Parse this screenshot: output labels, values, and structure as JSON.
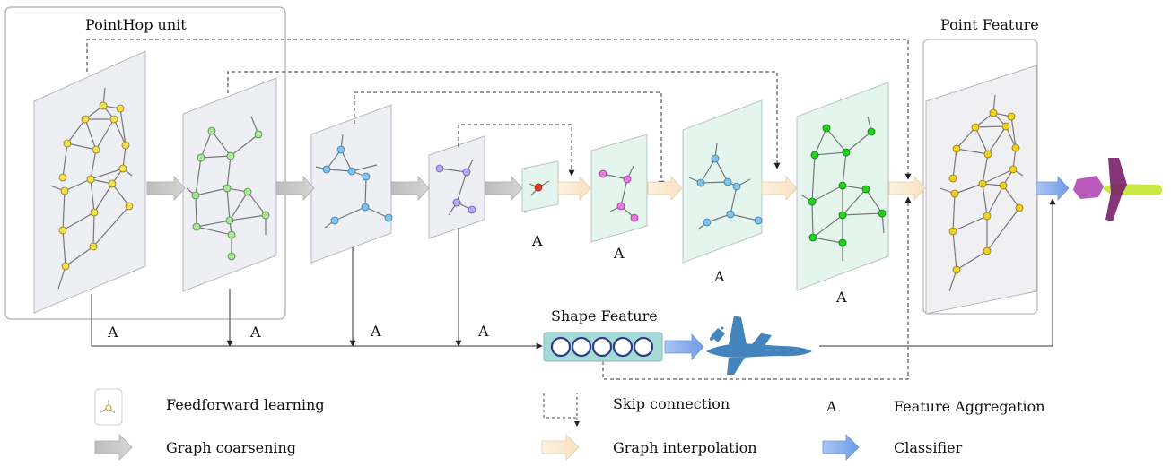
{
  "titles": {
    "pointhop_unit": "PointHop unit",
    "point_feature": "Point Feature",
    "shape_feature": "Shape Feature"
  },
  "aggregation_mark": "A",
  "legend": {
    "feedforward": "Feedforward learning",
    "coarsening": "Graph coarsening",
    "skip": "Skip connection",
    "interpolation": "Graph interpolation",
    "aggregation_symbol": "A",
    "aggregation": "Feature Aggregation",
    "classifier": "Classifier"
  },
  "colors": {
    "yellow_node": "#f3e04a",
    "green_node": "#a9e59a",
    "blue_node": "#7ec3ee",
    "purple_node": "#b7a9ee",
    "red_node": "#e53a2b",
    "magenta_node": "#e879e3",
    "bright_green_node": "#22d21f",
    "gray_panel": "#eeeff4",
    "teal_panel": "#e5f4ee",
    "coarsen_arrow": "#c9c9c9",
    "interp_arrow": "#fbe9cf",
    "classifier_arrow": "#8fb4ee",
    "shape_box": "#a6dad6"
  }
}
